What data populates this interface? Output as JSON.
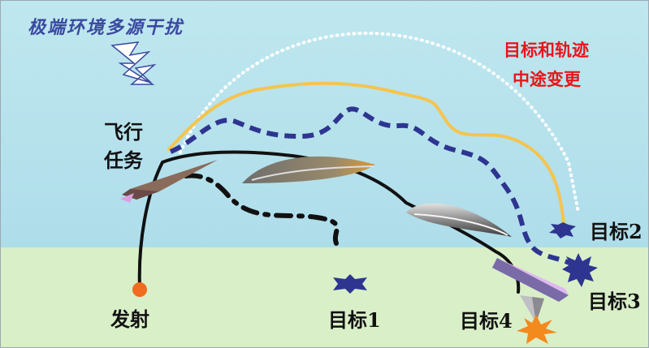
{
  "title": "极端环境多源干扰",
  "trajectory_change": {
    "line1": "目标和轨迹",
    "line2": "中途变更"
  },
  "flight_mission": {
    "line1": "飞行",
    "line2": "任务"
  },
  "launch_label": "发射",
  "targets": [
    "目标1",
    "目标2",
    "目标3",
    "目标4"
  ],
  "colors": {
    "sky": "#bfe7ef",
    "ground": "#d9efc8",
    "path_blue": "#2e3590",
    "path_yellow": "#f5c44e",
    "path_black": "#111111",
    "label_red": "#e8151b",
    "label_blue": "#3a4aa0",
    "launch_dot": "#f06b1e"
  },
  "icons": [
    "lightning-icon",
    "aircraft-icon",
    "launch-point-icon",
    "target-star-icon",
    "explosion-icon"
  ]
}
